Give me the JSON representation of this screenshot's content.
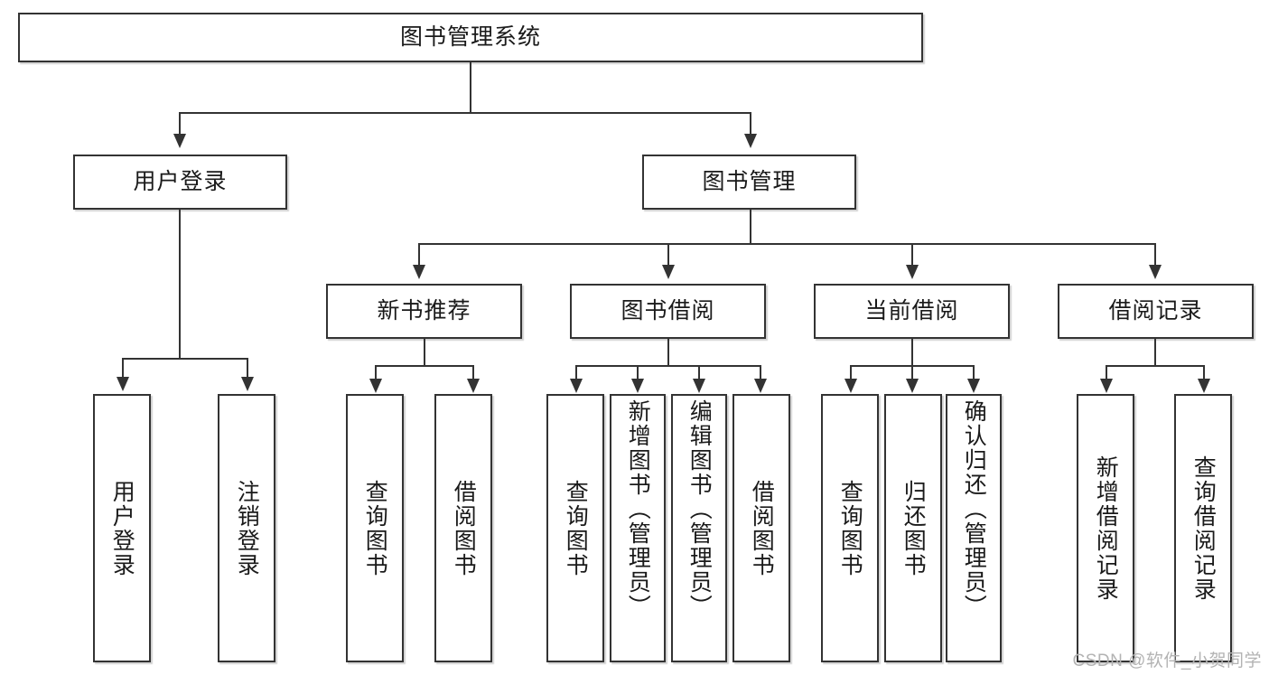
{
  "diagram": {
    "title": "图书管理系统",
    "type": "tree-hierarchy-diagram",
    "theme": {
      "background": "#ffffff",
      "box_fill": "#ffffff",
      "box_stroke": "#333333",
      "text_color": "#1a1a1a",
      "watermark_color": "#b3b3b3"
    },
    "root": {
      "label": "图书管理系统"
    },
    "level2": [
      {
        "label": "用户登录"
      },
      {
        "label": "图书管理"
      }
    ],
    "level3": [
      {
        "label": "新书推荐"
      },
      {
        "label": "图书借阅"
      },
      {
        "label": "当前借阅"
      },
      {
        "label": "借阅记录"
      }
    ],
    "leaves": {
      "user_login": [
        {
          "label": "用户登录"
        },
        {
          "label": "注销登录"
        }
      ],
      "new_book_recommend": [
        {
          "label": "查询图书"
        },
        {
          "label": "借阅图书"
        }
      ],
      "book_borrow": [
        {
          "label": "查询图书"
        },
        {
          "label": "新增图书（管理员）"
        },
        {
          "label": "编辑图书（管理员）"
        },
        {
          "label": "借阅图书"
        }
      ],
      "current_borrow": [
        {
          "label": "查询图书"
        },
        {
          "label": "归还图书"
        },
        {
          "label": "确认归还（管理员）"
        }
      ],
      "borrow_record": [
        {
          "label": "新增借阅记录"
        },
        {
          "label": "查询借阅记录"
        }
      ]
    }
  },
  "watermark": {
    "text": "CSDN @软件_小贺同学"
  }
}
